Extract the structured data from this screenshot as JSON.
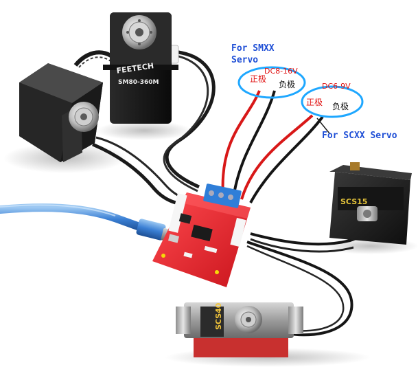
{
  "colors": {
    "annotation_blue": "#1f4fd6",
    "ellipse_blue": "#1ea7ff",
    "positive_red": "#e01010",
    "negative_black": "#111111",
    "board_red": "#e8242c",
    "cable_blue": "#3a7fd4",
    "wire_red": "#d81818",
    "wire_black": "#151515"
  },
  "annotations": {
    "smxx_label": "For SMXX\nServo",
    "scxx_label": "For SCXX Servo",
    "dc_smxx": "DC8-16V",
    "dc_scxx": "DC6-9V",
    "positive_1": "正极",
    "negative_1": "负极",
    "positive_2": "正极",
    "negative_2": "负极"
  },
  "product_markings": {
    "brand": "FEETECH",
    "servo_top_model": "SM80-360M",
    "servo_right_model": "SCS15",
    "servo_bottom_model": "SCS40"
  },
  "icons": {
    "servo": "servo-motor-icon",
    "board": "control-board-icon",
    "usb": "usb-cable-icon"
  }
}
